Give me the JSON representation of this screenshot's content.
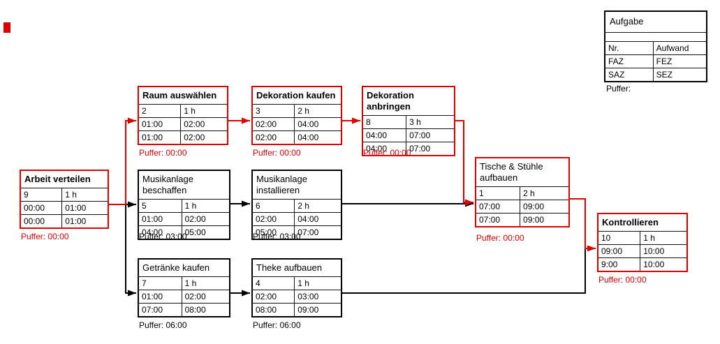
{
  "colors": {
    "critical": "#dd0000",
    "normal": "#000000"
  },
  "legend": {
    "title": "Aufgabe",
    "nr_label": "Nr.",
    "aufwand_label": "Aufwand",
    "faz_label": "FAZ",
    "fez_label": "FEZ",
    "saz_label": "SAZ",
    "sez_label": "SEZ",
    "puffer_label": "Puffer:"
  },
  "tasks": [
    {
      "title": "Arbeit verteilen",
      "nr": "9",
      "aufwand": "1 h",
      "faz": "00:00",
      "fez": "01:00",
      "saz": "00:00",
      "sez": "01:00",
      "puffer": "Puffer: 00:00",
      "critical": true
    },
    {
      "title": "Raum auswählen",
      "nr": "2",
      "aufwand": "1 h",
      "faz": "01:00",
      "fez": "02:00",
      "saz": "01:00",
      "sez": "02:00",
      "puffer": "Puffer: 00:00",
      "critical": true
    },
    {
      "title": "Dekoration kaufen",
      "nr": "3",
      "aufwand": "2 h",
      "faz": "02:00",
      "fez": "04:00",
      "saz": "02:00",
      "sez": "04:00",
      "puffer": "Puffer: 00:00",
      "critical": true
    },
    {
      "title": "Dekoration anbringen",
      "nr": "8",
      "aufwand": "3 h",
      "faz": "04:00",
      "fez": "07:00",
      "saz": "04:00",
      "sez": "07:00",
      "puffer": "Puffer: 00:00",
      "critical": true
    },
    {
      "title": "Musikanlage beschaffen",
      "nr": "5",
      "aufwand": "1 h",
      "faz": "01:00",
      "fez": "02:00",
      "saz": "04:00",
      "sez": "05:00",
      "puffer": "Puffer: 03:00",
      "critical": false
    },
    {
      "title": "Musikanlage installieren",
      "nr": "6",
      "aufwand": "2 h",
      "faz": "02:00",
      "fez": "04:00",
      "saz": "05:00",
      "sez": "07:00",
      "puffer": "Puffer: 03:00",
      "critical": false
    },
    {
      "title": "Getränke kaufen",
      "nr": "7",
      "aufwand": "1 h",
      "faz": "01:00",
      "fez": "02:00",
      "saz": "07:00",
      "sez": "08:00",
      "puffer": "Puffer: 06:00",
      "critical": false
    },
    {
      "title": "Theke aufbauen",
      "nr": "4",
      "aufwand": "1 h",
      "faz": "02:00",
      "fez": "03:00",
      "saz": "08:00",
      "sez": "09:00",
      "puffer": "Puffer: 06:00",
      "critical": false
    },
    {
      "title": "Tische & Stühle aufbauen",
      "nr": "1",
      "aufwand": "2 h",
      "faz": "07:00",
      "fez": "09:00",
      "saz": "07:00",
      "sez": "09:00",
      "puffer": "Puffer: 00:00",
      "critical": true
    },
    {
      "title": "Kontrollieren",
      "nr": "10",
      "aufwand": "1 h",
      "faz": "09:00",
      "fez": "10:00",
      "saz": "9:00",
      "sez": "10:00",
      "puffer": "Puffer: 00:00",
      "critical": true
    }
  ],
  "edges": [
    {
      "from": "Arbeit verteilen",
      "to": "Raum auswählen",
      "critical": true
    },
    {
      "from": "Arbeit verteilen",
      "to": "Musikanlage beschaffen",
      "critical": false
    },
    {
      "from": "Arbeit verteilen",
      "to": "Getränke kaufen",
      "critical": false
    },
    {
      "from": "Raum auswählen",
      "to": "Dekoration kaufen",
      "critical": true
    },
    {
      "from": "Dekoration kaufen",
      "to": "Dekoration anbringen",
      "critical": true
    },
    {
      "from": "Dekoration anbringen",
      "to": "Tische & Stühle aufbauen",
      "critical": true
    },
    {
      "from": "Musikanlage beschaffen",
      "to": "Musikanlage installieren",
      "critical": false
    },
    {
      "from": "Musikanlage installieren",
      "to": "Tische & Stühle aufbauen",
      "critical": false
    },
    {
      "from": "Getränke kaufen",
      "to": "Theke aufbauen",
      "critical": false
    },
    {
      "from": "Theke aufbauen",
      "to": "Kontrollieren",
      "critical": false
    },
    {
      "from": "Tische & Stühle aufbauen",
      "to": "Kontrollieren",
      "critical": true
    }
  ]
}
